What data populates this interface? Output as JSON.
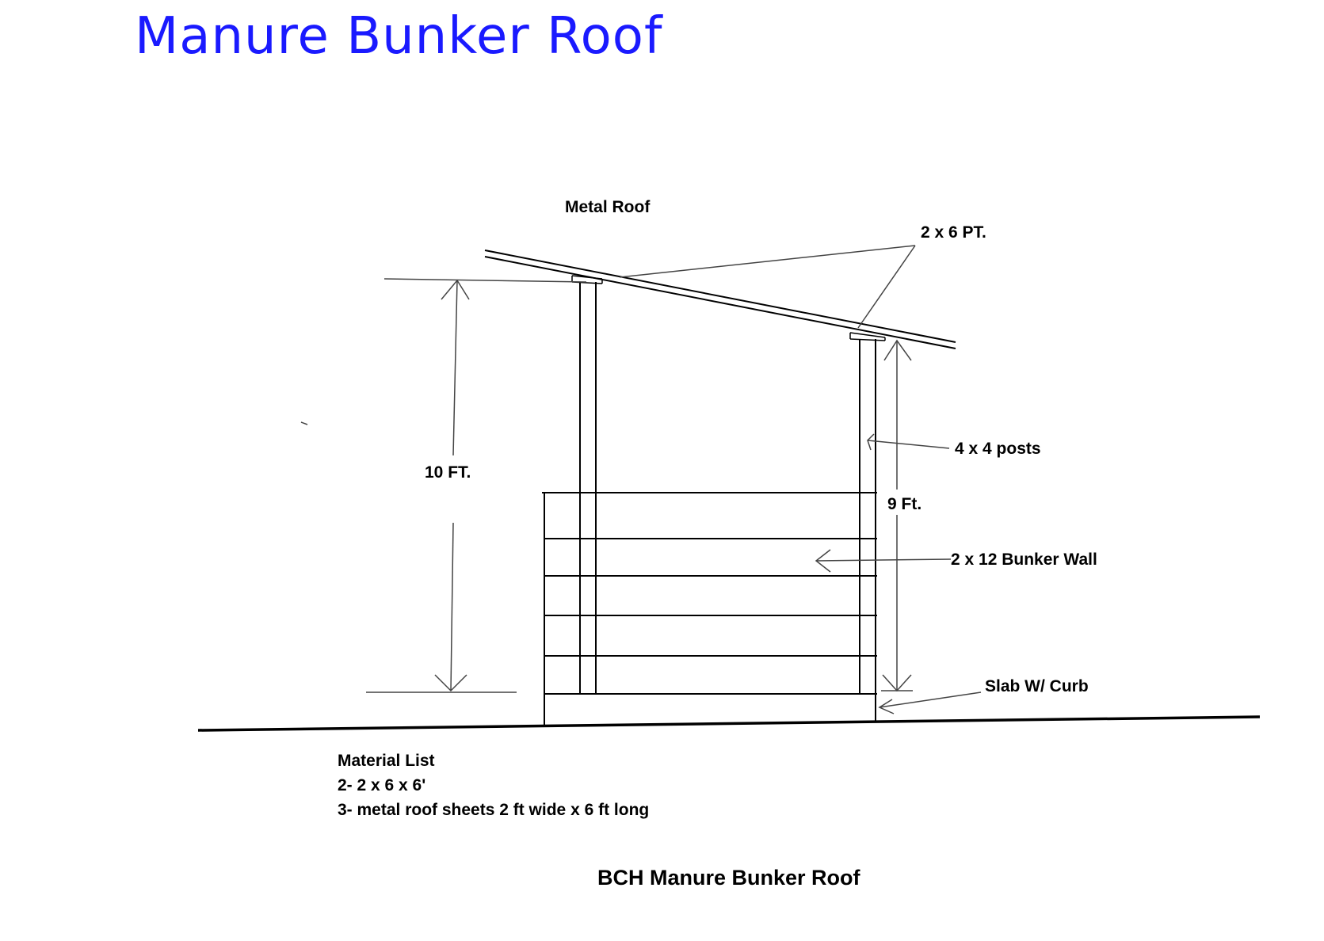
{
  "title": "Manure Bunker Roof",
  "colors": {
    "title": "#1a1aff",
    "line": "#000000"
  },
  "labels": {
    "metal_roof": "Metal Roof",
    "two_by_six": "2 x 6 PT.",
    "four_by_four": "4 x 4 posts",
    "ten_ft": "10 FT.",
    "nine_ft": "9 Ft.",
    "bunker_wall": "2 x 12 Bunker Wall",
    "slab": "Slab W/ Curb"
  },
  "material_list": {
    "heading": "Material List",
    "items": [
      "2- 2 x 6 x 6'",
      "3- metal roof sheets 2 ft wide x 6 ft long"
    ]
  },
  "caption": "BCH Manure Bunker Roof"
}
